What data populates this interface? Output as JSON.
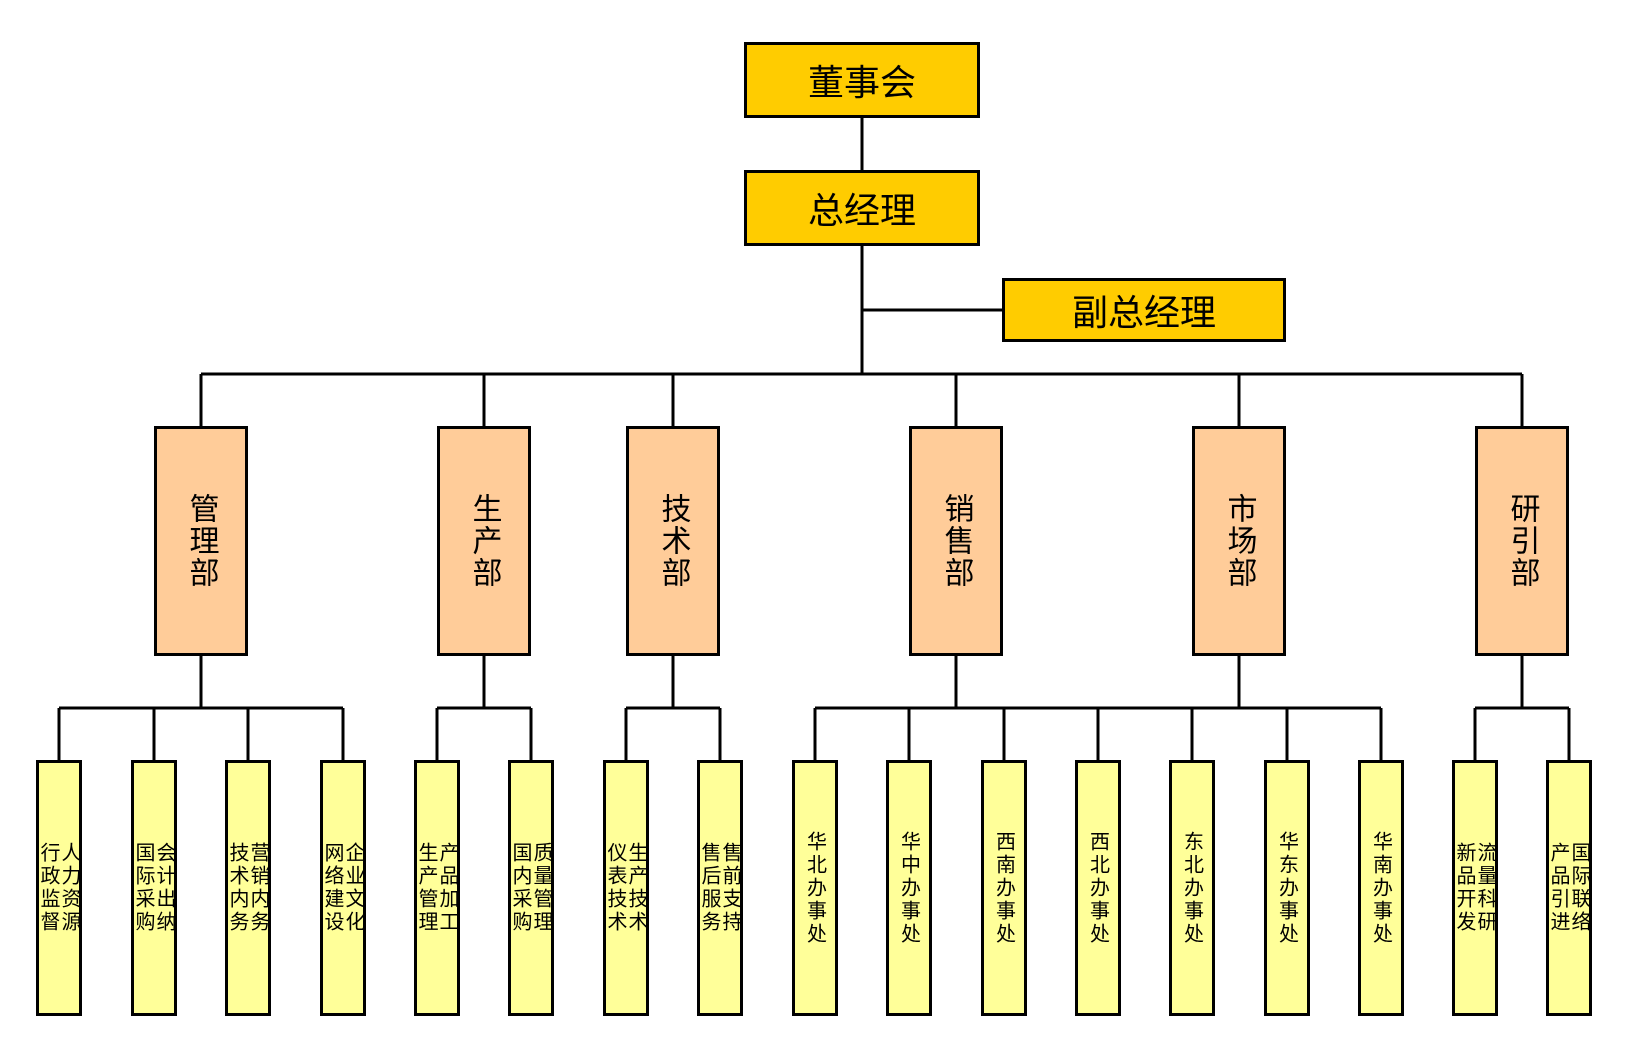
{
  "board": "董事会",
  "ceo": "总经理",
  "deputy": "副总经理",
  "departments": [
    {
      "name": "管理部",
      "units": [
        "人力资源\n行政监督",
        "会计出纳\n国际采购",
        "营销内务\n技术内务",
        "企业文化\n网络建设"
      ]
    },
    {
      "name": "生产部",
      "units": [
        "产品加工\n生产管理",
        "质量管理\n国内采购"
      ]
    },
    {
      "name": "技术部",
      "units": [
        "生产技术\n仪表技术",
        "售前支持\n售后服务"
      ]
    },
    {
      "name": "销售部",
      "units": [
        "华北办事处",
        "华中办事处",
        "西南办事处",
        "西北办事处",
        "东北办事处",
        "华东办事处",
        "华南办事处"
      ]
    },
    {
      "name": "市场部",
      "units": []
    },
    {
      "name": "研引部",
      "units": [
        "流量科研\n新品开发",
        "国际联络\n产品引进"
      ]
    }
  ],
  "colors": {
    "executive": "#ffcc00",
    "department": "#ffcc99",
    "unit": "#ffff99",
    "line": "#000000"
  }
}
